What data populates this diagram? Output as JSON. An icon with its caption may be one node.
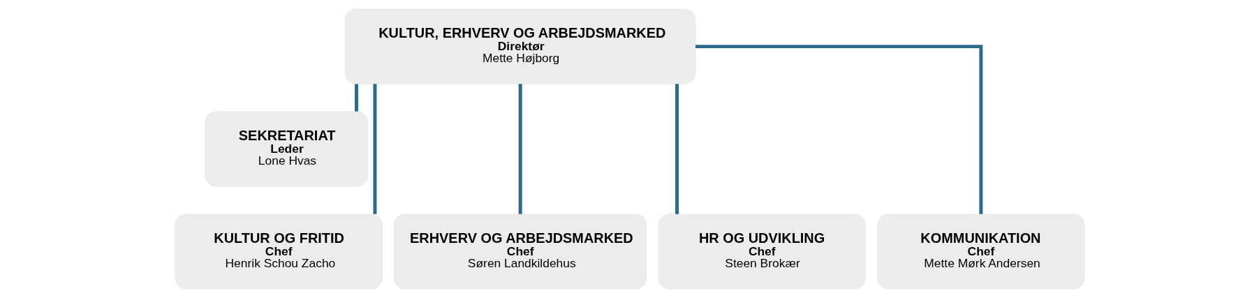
{
  "diagram": {
    "nodes": [
      {
        "text": [
          "KULTUR, ERHVERV OG ARBEJDSMARKED",
          "Direktør",
          "Mette Højborg"
        ]
      },
      {
        "text": [
          "SEKRETARIAT",
          "Leder",
          "Lone Hvas"
        ]
      },
      {
        "text": [
          "KULTUR OG FRITID",
          "Chef",
          "Henrik Schou Zacho"
        ]
      },
      {
        "text": [
          "ERHVERV OG ARBEJDSMARKED",
          "Chef",
          "Søren Landkildehus"
        ]
      },
      {
        "text": [
          "HR OG UDVIKLING",
          "Chef",
          "Steen Brokær"
        ]
      },
      {
        "text": [
          "KOMMUNIKATION",
          "Chef",
          "Mette Mørk Andersen"
        ]
      }
    ],
    "edges": [
      {
        "from": 0,
        "to": 1,
        "arrow": "none"
      },
      {
        "from": 0,
        "to": 2,
        "arrow": "none"
      },
      {
        "from": 0,
        "to": 3,
        "arrow": "none"
      },
      {
        "from": 0,
        "to": 4,
        "arrow": "none"
      },
      {
        "from": 0,
        "to": 5,
        "arrow": "none"
      }
    ]
  }
}
